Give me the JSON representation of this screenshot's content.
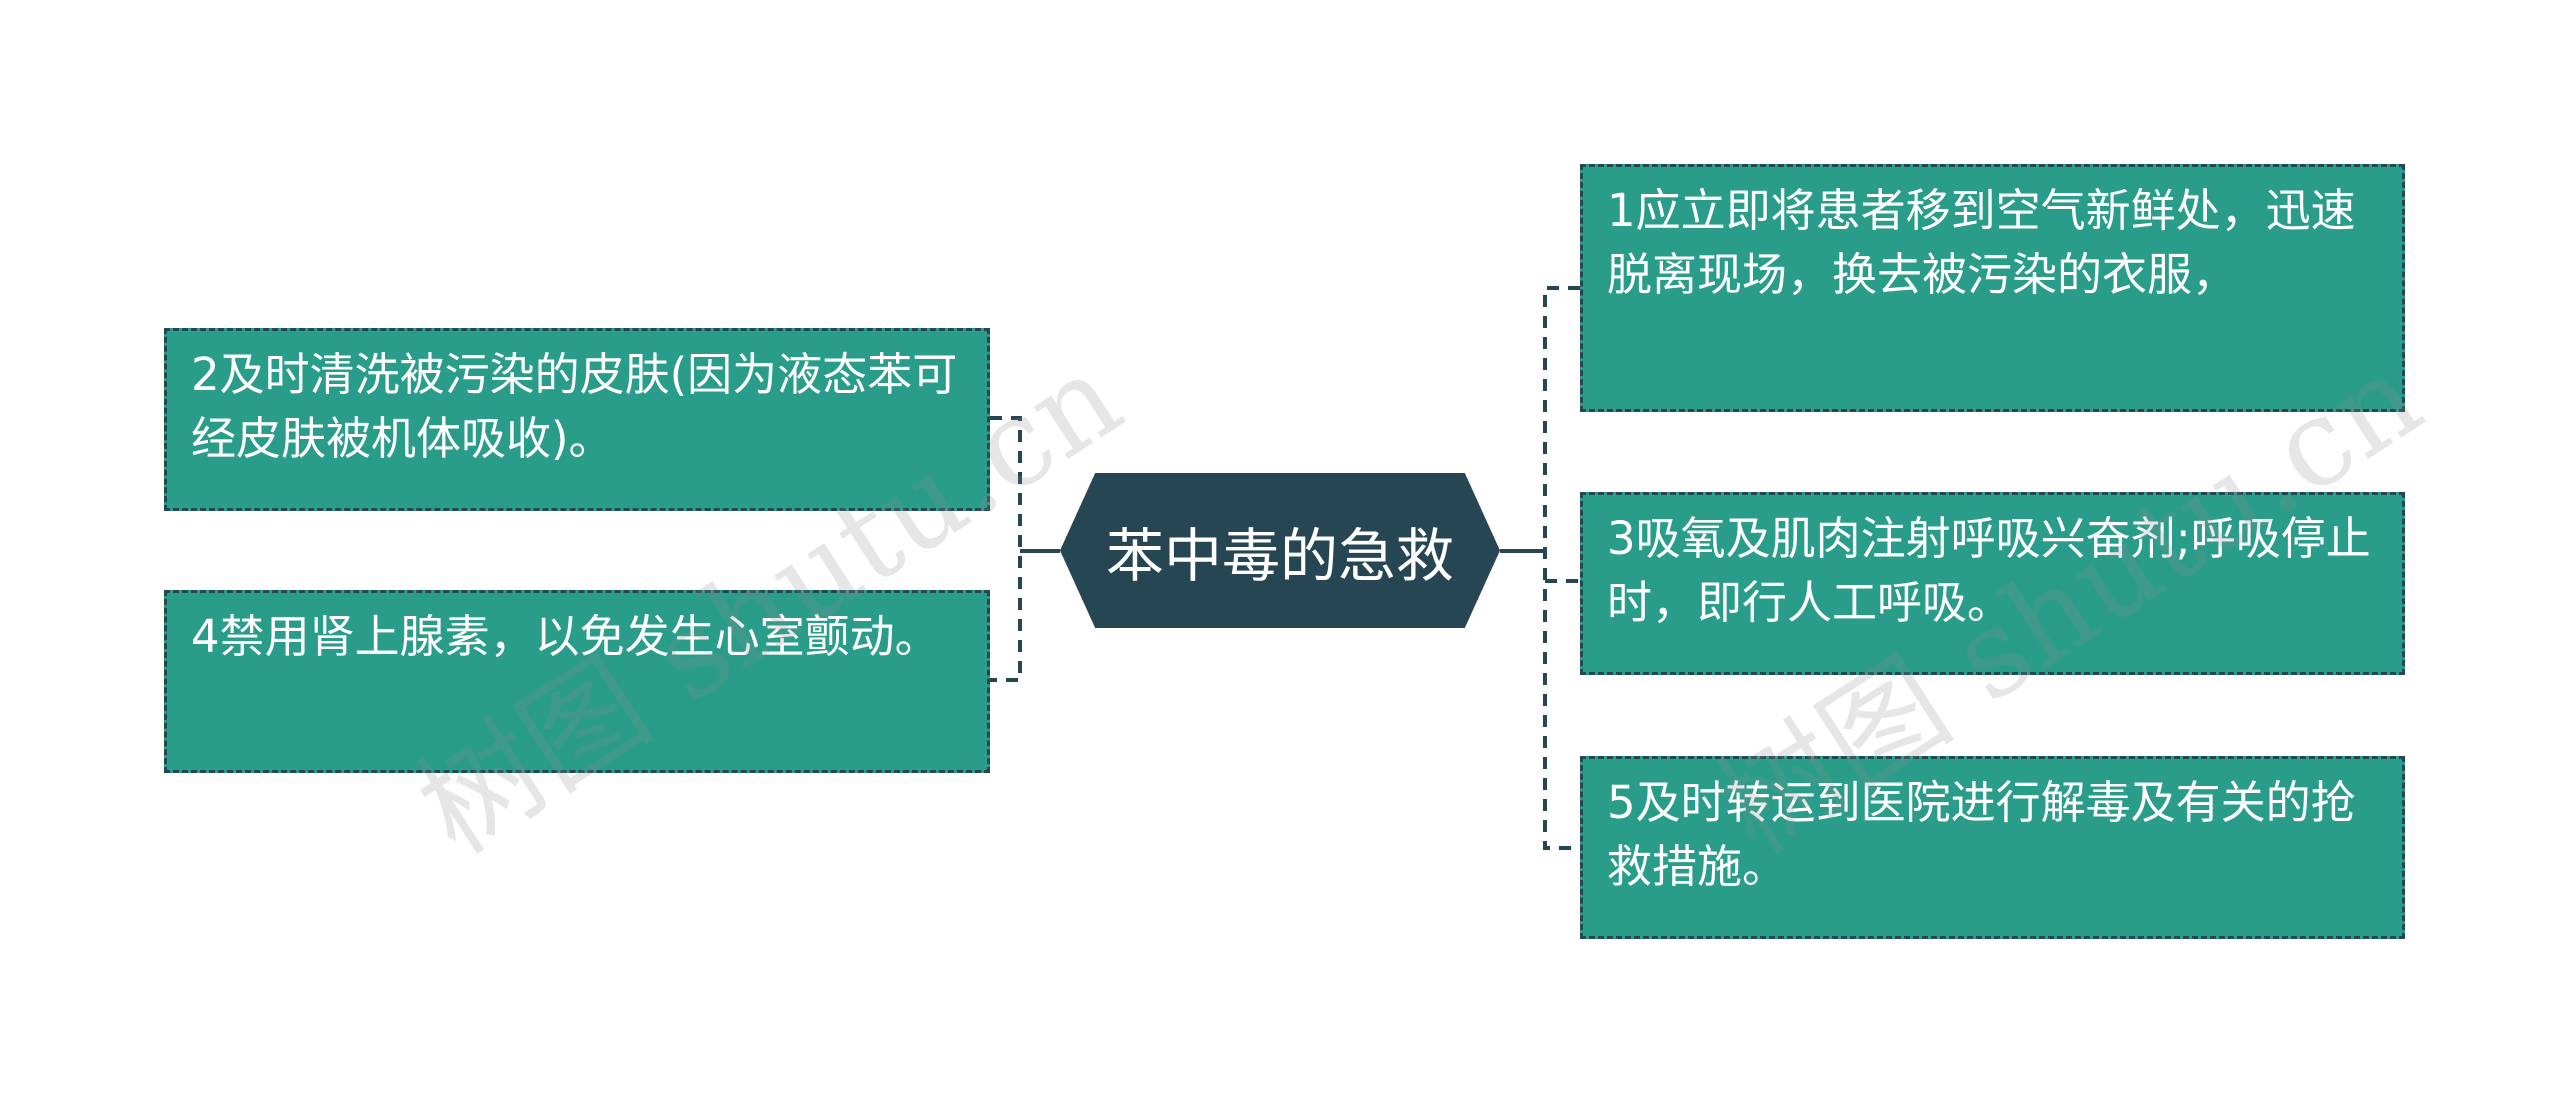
{
  "diagram": {
    "type": "mind-map",
    "center": {
      "label": "苯中毒的急救"
    },
    "left_nodes": [
      {
        "label": "2及时清洗被污染的皮肤(因为液态苯可经皮肤被机体吸收)。"
      },
      {
        "label": "4禁用肾上腺素，以免发生心室颤动。"
      }
    ],
    "right_nodes": [
      {
        "label": "1应立即将患者移到空气新鲜处，迅速脱离现场，换去被污染的衣服，"
      },
      {
        "label": "3吸氧及肌肉注射呼吸兴奋剂;呼吸停止时，即行人工呼吸。"
      },
      {
        "label": "5及时转运到医院进行解毒及有关的抢救措施。"
      }
    ],
    "colors": {
      "node_fill": "#2a9d8a",
      "center_fill": "#264653",
      "connector": "#264653",
      "text": "#ffffff"
    }
  },
  "watermark": {
    "text_left": "树图 shutu.cn",
    "text_right": "树图 shutu.cn"
  }
}
